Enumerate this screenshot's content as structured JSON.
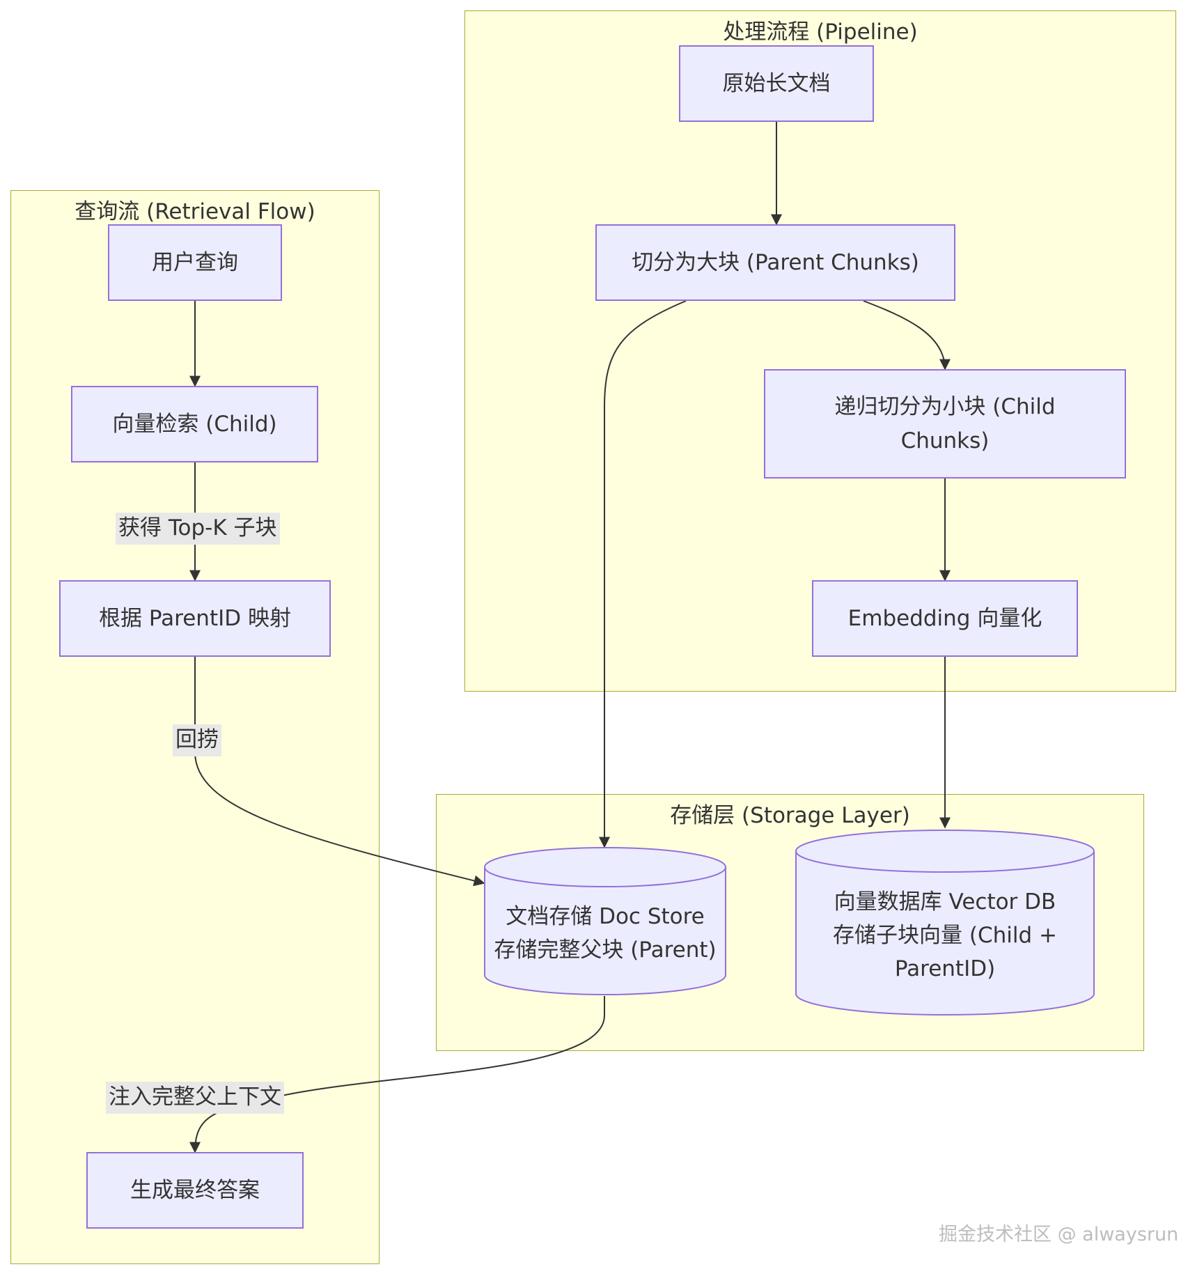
{
  "clusters": {
    "pipeline": {
      "title": "处理流程 (Pipeline)"
    },
    "retrieval": {
      "title": "查询流 (Retrieval Flow)"
    },
    "storage": {
      "title": "存储层 (Storage Layer)"
    }
  },
  "nodes": {
    "raw_doc": "原始长文档",
    "parent_split": "切分为大块 (Parent Chunks)",
    "child_split": {
      "line1": "递归切分为小块 (Child",
      "line2": "Chunks)"
    },
    "embedding": "Embedding 向量化",
    "user_query": "用户查询",
    "vector_search": "向量检索 (Child)",
    "parent_map": "根据 ParentID 映射",
    "final_answer": "生成最终答案",
    "doc_store": {
      "line1": "文档存储 Doc Store",
      "line2": "存储完整父块 (Parent)"
    },
    "vector_db": {
      "line1": "向量数据库 Vector DB",
      "line2": "存储子块向量 (Child +",
      "line3": "ParentID)"
    }
  },
  "edge_labels": {
    "topk": "获得 Top-K 子块",
    "fetch": "回捞",
    "inject": "注入完整父上下文"
  },
  "watermark": "掘金技术社区 @ alwaysrun",
  "colors": {
    "cluster_fill": "#ffffde",
    "cluster_stroke": "#aaaa33",
    "node_fill": "#ececff",
    "node_stroke": "#9370db",
    "edge": "#333333",
    "label_bg": "#e8e8e8"
  }
}
